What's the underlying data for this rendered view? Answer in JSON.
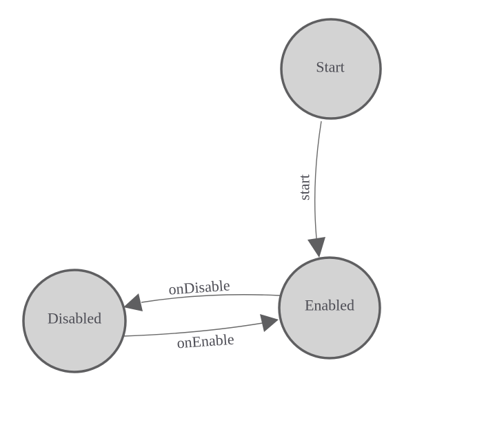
{
  "diagram": {
    "type": "state-machine",
    "background": "#ffffff",
    "colors": {
      "node_fill": "#d3d3d3",
      "node_stroke": "#5f5f61",
      "edge_line": "#6a6a6a",
      "arrow_fill": "#5f5f61",
      "text": "#4d4d55"
    },
    "nodes": [
      {
        "id": "start",
        "label": "Start"
      },
      {
        "id": "enabled",
        "label": "Enabled"
      },
      {
        "id": "disabled",
        "label": "Disabled"
      }
    ],
    "edges": [
      {
        "from": "Start",
        "to": "Enabled",
        "label": "start"
      },
      {
        "from": "Enabled",
        "to": "Disabled",
        "label": "onDisable"
      },
      {
        "from": "Disabled",
        "to": "Enabled",
        "label": "onEnable"
      }
    ]
  }
}
